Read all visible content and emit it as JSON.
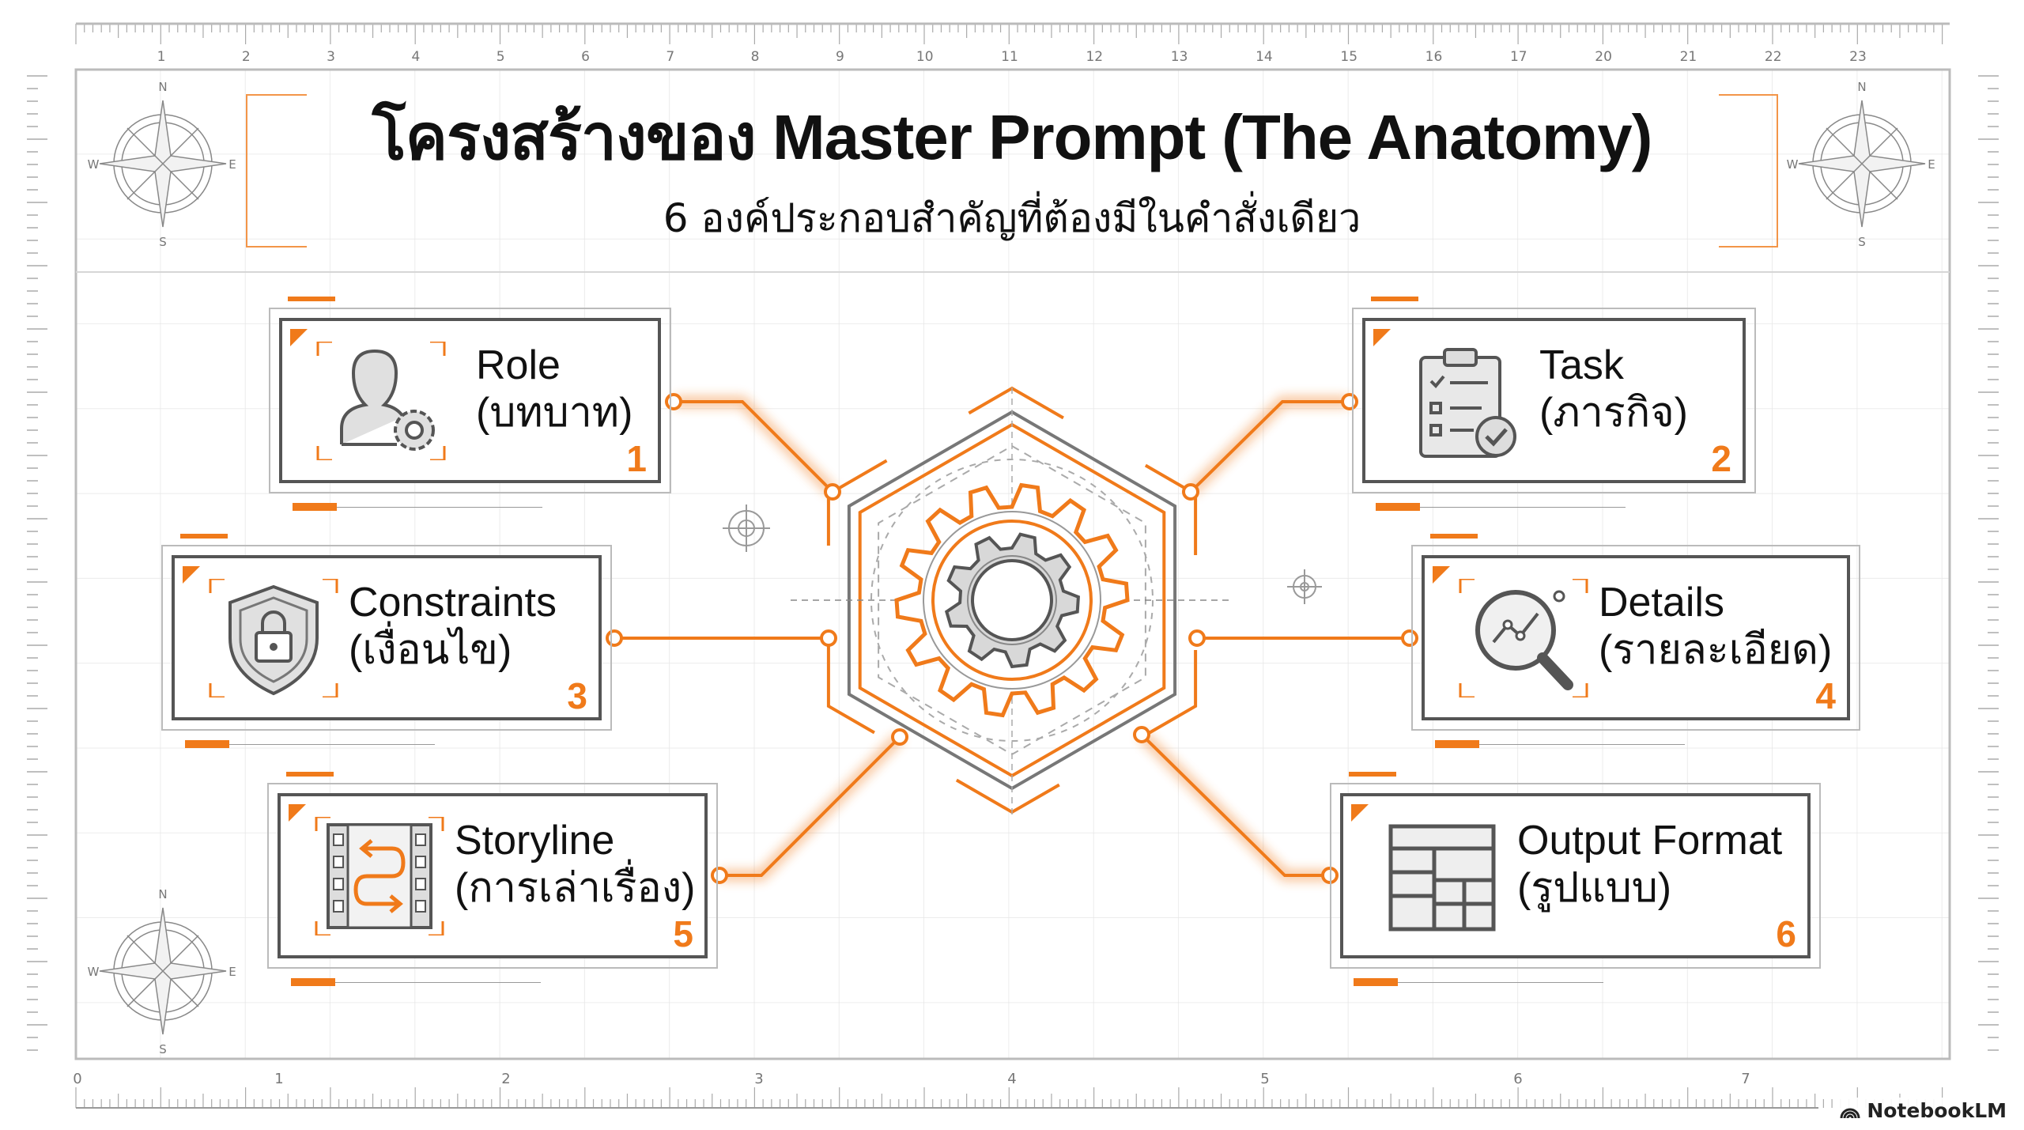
{
  "title": "โครงสร้างของ Master Prompt (The Anatomy)",
  "subtitle": "6 องค์ประกอบสำคัญที่ต้องมีในคำสั่งเดียว",
  "components": [
    {
      "number": "1",
      "name": "Role",
      "thai": "(บทบาท)",
      "icon": "person-gear-icon"
    },
    {
      "number": "2",
      "name": "Task",
      "thai": "(ภารกิจ)",
      "icon": "clipboard-check-icon"
    },
    {
      "number": "3",
      "name": "Constraints",
      "thai": "(เงื่อนไข)",
      "icon": "shield-lock-icon"
    },
    {
      "number": "4",
      "name": "Details",
      "thai": "(รายละเอียด)",
      "icon": "magnifier-chart-icon"
    },
    {
      "number": "5",
      "name": "Storyline",
      "thai": "(การเล่าเรื่อง)",
      "icon": "film-arrows-icon"
    },
    {
      "number": "6",
      "name": "Output Format",
      "thai": "(รูปแบบ)",
      "icon": "layout-grid-icon"
    }
  ],
  "ruler": {
    "top_labels": [
      "1",
      "2",
      "3",
      "4",
      "5",
      "6",
      "7",
      "8",
      "9",
      "10",
      "11",
      "12",
      "13",
      "14",
      "15",
      "16",
      "17",
      "20",
      "21",
      "22",
      "23"
    ],
    "bottom_labels": [
      "0",
      "1",
      "2",
      "3",
      "4",
      "5",
      "6",
      "7"
    ]
  },
  "compass": {
    "n": "N",
    "s": "S",
    "e": "E",
    "w": "W"
  },
  "watermark": "NotebookLM",
  "colors": {
    "accent": "#f07a1a",
    "line": "#555555",
    "grid": "#e4e4e4"
  }
}
